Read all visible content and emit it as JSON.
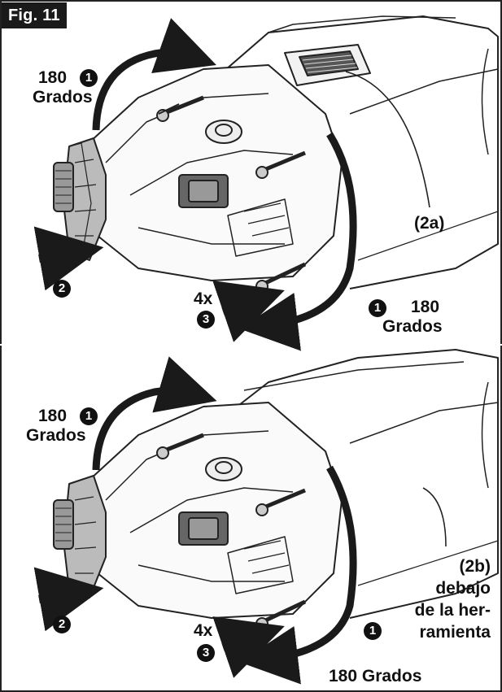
{
  "figure_label": "Fig. 11",
  "top": {
    "rotate_label_1": "180",
    "rotate_label_1b": "Grados",
    "step_1a": "1",
    "step_1b": "1",
    "step_2": "2",
    "step_3": "3",
    "count": "4x",
    "rotate_label_2": "180",
    "rotate_label_2b": "Grados",
    "callout": "(2a)"
  },
  "bottom": {
    "rotate_label_1": "180",
    "rotate_label_1b": "Grados",
    "step_1a": "1",
    "step_1b": "1",
    "step_2": "2",
    "step_3": "3",
    "count": "4x",
    "rotate_label_2": "180 Grados",
    "callout_1": "(2b)",
    "callout_2": "debajo",
    "callout_3": "de la her-",
    "callout_4": "ramienta"
  }
}
